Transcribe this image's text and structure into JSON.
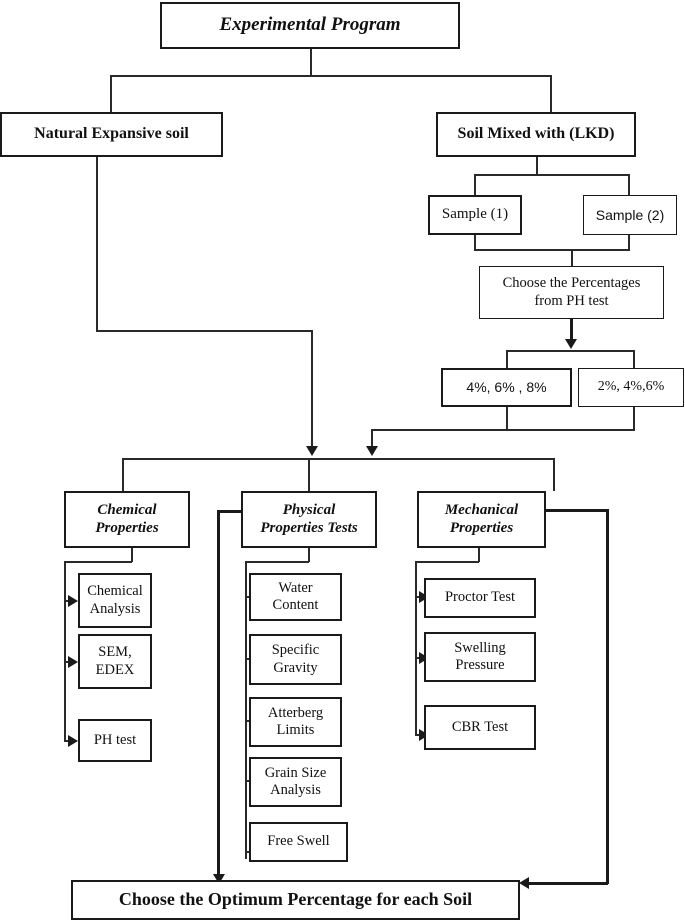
{
  "diagram": {
    "title": "Experimental Program",
    "type": "flowchart"
  },
  "nodes": {
    "root": {
      "label": "Experimental Program"
    },
    "branch_left": {
      "label": "Natural Expansive soil"
    },
    "branch_right": {
      "label": "Soil Mixed with (LKD)"
    },
    "sample1": {
      "label": "Sample (1)"
    },
    "sample2": {
      "label": "Sample (2)"
    },
    "choose_percentages": {
      "label": "Choose the Percentages\nfrom PH test"
    },
    "percent_a": {
      "label": "4%, 6% , 8%"
    },
    "percent_b": {
      "label": "2%, 4%,6%"
    },
    "chemical": {
      "label": "Chemical\nProperties"
    },
    "physical": {
      "label": "Physical\nProperties Tests"
    },
    "mechanical": {
      "label": "Mechanical\nProperties"
    },
    "final": {
      "label": "Choose the Optimum Percentage for each Soil"
    }
  },
  "chemical_tests": [
    {
      "label": "Chemical\nAnalysis"
    },
    {
      "label": "SEM,\nEDEX"
    },
    {
      "label": "PH test"
    }
  ],
  "physical_tests": [
    {
      "label": "Water\nContent"
    },
    {
      "label": "Specific\nGravity"
    },
    {
      "label": "Atterberg\nLimits"
    },
    {
      "label": "Grain Size\nAnalysis"
    },
    {
      "label": "Free Swell"
    }
  ],
  "mechanical_tests": [
    {
      "label": "Proctor Test"
    },
    {
      "label": "Swelling\nPressure"
    },
    {
      "label": "CBR Test"
    }
  ],
  "colors": {
    "stroke": "#1a1a1a",
    "background": "#ffffff",
    "text": "#111111"
  }
}
